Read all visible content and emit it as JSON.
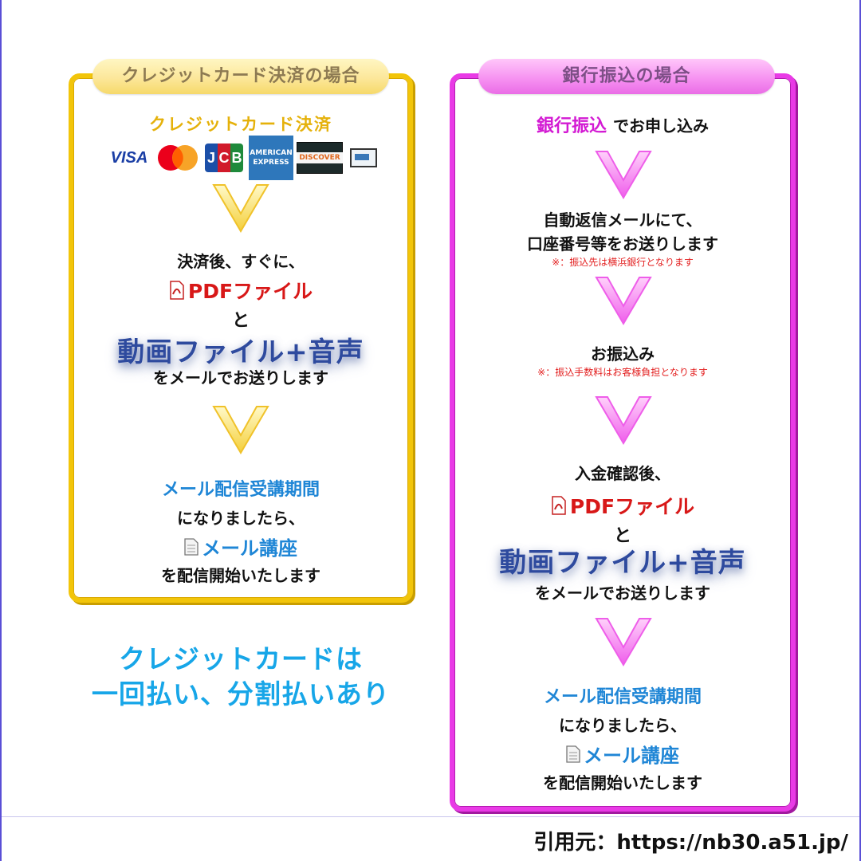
{
  "credit": {
    "tab": "クレジットカード決済の場合",
    "heading": "クレジットカード決済",
    "cards": {
      "visa": "VISA",
      "jcb": "JCB",
      "amex": "AMERICAN EXPRESS",
      "discover": "DISCOVER"
    },
    "step1_line1": "決済後、すぐに、",
    "pdf": "PDFファイル",
    "and": "と",
    "movie": "動画ファイル+音声",
    "send": "をメールでお送りします",
    "period": "メール配信受講期間",
    "after": "になりましたら、",
    "course": "メール講座",
    "start": "を配信開始いたします"
  },
  "note_credit": {
    "line1": "クレジットカードは",
    "line2": "一回払い、分割払いあり"
  },
  "bank": {
    "tab": "銀行振込の場合",
    "apply_highlight": "銀行振込",
    "apply_rest": "でお申し込み",
    "auto_line1": "自動返信メールにて、",
    "auto_line2": "口座番号等をお送りします",
    "auto_note": "※：振込先は横浜銀行となります",
    "transfer": "お振込み",
    "transfer_note": "※：振込手数料はお客様負担となります",
    "confirm": "入金確認後、",
    "pdf": "PDFファイル",
    "and": "と",
    "movie": "動画ファイル+音声",
    "send": "をメールでお送りします",
    "period": "メール配信受講期間",
    "after": "になりましたら、",
    "course": "メール講座",
    "start": "を配信開始いたします"
  },
  "source": "引用元：https://nb30.a51.jp/",
  "colors": {
    "credit_border": "#f2c50a",
    "bank_border": "#e93ae6",
    "pdf_red": "#d81818",
    "link_blue": "#1f86d6",
    "frame_blue": "#5a4fd6"
  }
}
